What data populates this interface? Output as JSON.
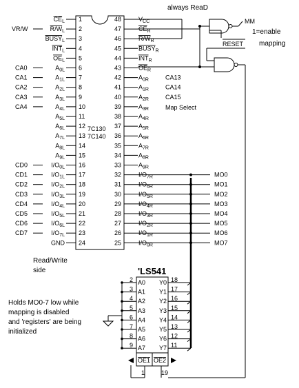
{
  "title_note": "always ReaD",
  "chip_main": {
    "name_lines": [
      "7C130",
      "7C140"
    ],
    "left_pins": [
      {
        "num": "1",
        "name": "CE",
        "sub": "L",
        "ovl": true
      },
      {
        "num": "2",
        "name": "R/W",
        "sub": "L",
        "ovl": true,
        "ovlPart": "W"
      },
      {
        "num": "3",
        "name": "BUSY",
        "sub": "L",
        "ovl": true
      },
      {
        "num": "4",
        "name": "INT",
        "sub": "L",
        "ovl": true
      },
      {
        "num": "5",
        "name": "OE",
        "sub": "L",
        "ovl": true
      },
      {
        "num": "6",
        "name": "A",
        "sub": "0L"
      },
      {
        "num": "7",
        "name": "A",
        "sub": "1L"
      },
      {
        "num": "8",
        "name": "A",
        "sub": "2L"
      },
      {
        "num": "9",
        "name": "A",
        "sub": "3L"
      },
      {
        "num": "10",
        "name": "A",
        "sub": "4L"
      },
      {
        "num": "11",
        "name": "A",
        "sub": "5L"
      },
      {
        "num": "12",
        "name": "A",
        "sub": "6L"
      },
      {
        "num": "13",
        "name": "A",
        "sub": "7L"
      },
      {
        "num": "14",
        "name": "A",
        "sub": "8L"
      },
      {
        "num": "15",
        "name": "A",
        "sub": "9L"
      },
      {
        "num": "16",
        "name": "I/O",
        "sub": "0L"
      },
      {
        "num": "17",
        "name": "I/O",
        "sub": "1L"
      },
      {
        "num": "18",
        "name": "I/O",
        "sub": "2L"
      },
      {
        "num": "19",
        "name": "I/O",
        "sub": "3L"
      },
      {
        "num": "20",
        "name": "I/O",
        "sub": "4L"
      },
      {
        "num": "21",
        "name": "I/O",
        "sub": "5L"
      },
      {
        "num": "22",
        "name": "I/O",
        "sub": "6L"
      },
      {
        "num": "23",
        "name": "I/O",
        "sub": "7L"
      },
      {
        "num": "24",
        "name": "GND",
        "sub": ""
      }
    ],
    "right_pins": [
      {
        "num": "48",
        "name": "V",
        "sub": "CC"
      },
      {
        "num": "47",
        "name": "CE",
        "sub": "R",
        "ovl": true
      },
      {
        "num": "46",
        "name": "R/W",
        "sub": "R",
        "ovl": true,
        "ovlPart": "W"
      },
      {
        "num": "45",
        "name": "BUSY",
        "sub": "R",
        "ovl": true
      },
      {
        "num": "44",
        "name": "INT",
        "sub": "R",
        "ovl": true
      },
      {
        "num": "43",
        "name": "OE",
        "sub": "R",
        "ovl": true
      },
      {
        "num": "42",
        "name": "A",
        "sub": "0R"
      },
      {
        "num": "41",
        "name": "A",
        "sub": "1R"
      },
      {
        "num": "40",
        "name": "A",
        "sub": "2R"
      },
      {
        "num": "39",
        "name": "A",
        "sub": "3R"
      },
      {
        "num": "38",
        "name": "A",
        "sub": "4R"
      },
      {
        "num": "37",
        "name": "A",
        "sub": "5R"
      },
      {
        "num": "36",
        "name": "A",
        "sub": "6R"
      },
      {
        "num": "35",
        "name": "A",
        "sub": "7R"
      },
      {
        "num": "34",
        "name": "A",
        "sub": "8R"
      },
      {
        "num": "33",
        "name": "A",
        "sub": "9R"
      },
      {
        "num": "32",
        "name": "I/O",
        "sub": "7R"
      },
      {
        "num": "31",
        "name": "I/O",
        "sub": "6R"
      },
      {
        "num": "30",
        "name": "I/O",
        "sub": "5R"
      },
      {
        "num": "29",
        "name": "I/O",
        "sub": "4R"
      },
      {
        "num": "28",
        "name": "I/O",
        "sub": "3R"
      },
      {
        "num": "27",
        "name": "I/O",
        "sub": "2R"
      },
      {
        "num": "26",
        "name": "I/O",
        "sub": "1R"
      },
      {
        "num": "25",
        "name": "I/O",
        "sub": "0R"
      }
    ]
  },
  "left_signals": {
    "vrw": "VR/W",
    "ca": [
      "CA0",
      "CA1",
      "CA2",
      "CA3",
      "CA4"
    ],
    "cd": [
      "CD0",
      "CD1",
      "CD2",
      "CD3",
      "CD4",
      "CD5",
      "CD6",
      "CD7"
    ]
  },
  "right_signals": {
    "ca_hi": [
      "CA13",
      "CA14",
      "CA15"
    ],
    "map_select": "Map Select",
    "mo": [
      "MO0",
      "MO1",
      "MO2",
      "MO3",
      "MO4",
      "MO5",
      "MO6",
      "MO7"
    ]
  },
  "gate_labels": {
    "mm": "MM",
    "reset": "RESET",
    "enable_line1": "1=enable",
    "enable_line2": "mapping"
  },
  "rw_side": [
    "Read/Write",
    "side"
  ],
  "chip_buffer": {
    "name": "'LS541",
    "a_pins": [
      "A0",
      "A1",
      "A2",
      "A3",
      "A4",
      "A5",
      "A6",
      "A7"
    ],
    "a_nums": [
      "2",
      "3",
      "4",
      "5",
      "6",
      "7",
      "8",
      "9"
    ],
    "y_pins": [
      "Y0",
      "Y1",
      "Y2",
      "Y3",
      "Y4",
      "Y5",
      "Y6",
      "Y7"
    ],
    "y_nums": [
      "18",
      "17",
      "16",
      "15",
      "14",
      "13",
      "12",
      "11"
    ],
    "oe1": "OE1",
    "oe2": "OE2",
    "oe1_num": "1",
    "oe2_num": "19"
  },
  "note_lines": [
    "Holds MO0-7 low while",
    "mapping is disabled",
    "and 'registers' are being",
    "initialized"
  ]
}
